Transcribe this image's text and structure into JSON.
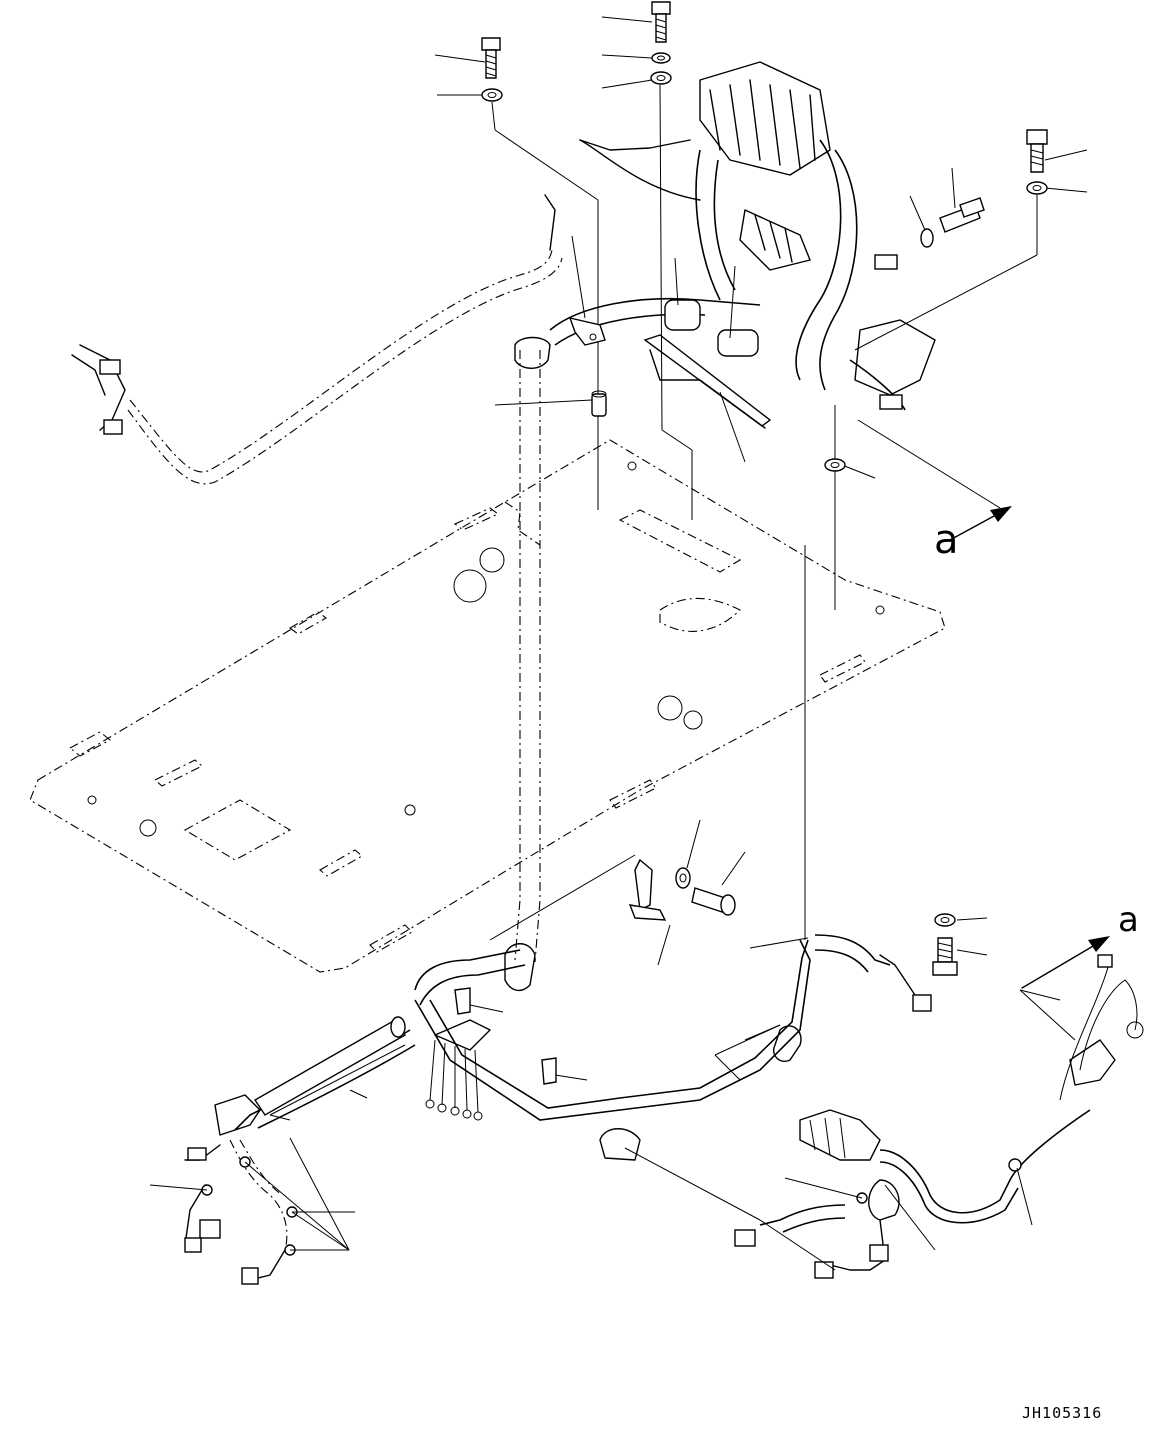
{
  "drawing": {
    "view_label_primary": "a",
    "view_label_secondary": "a",
    "drawing_number": "JH105316"
  },
  "icons": {
    "bolt": "bolt-icon",
    "washer": "washer-icon",
    "clamp": "clamp-icon",
    "view-arrow": "arrow-icon"
  }
}
